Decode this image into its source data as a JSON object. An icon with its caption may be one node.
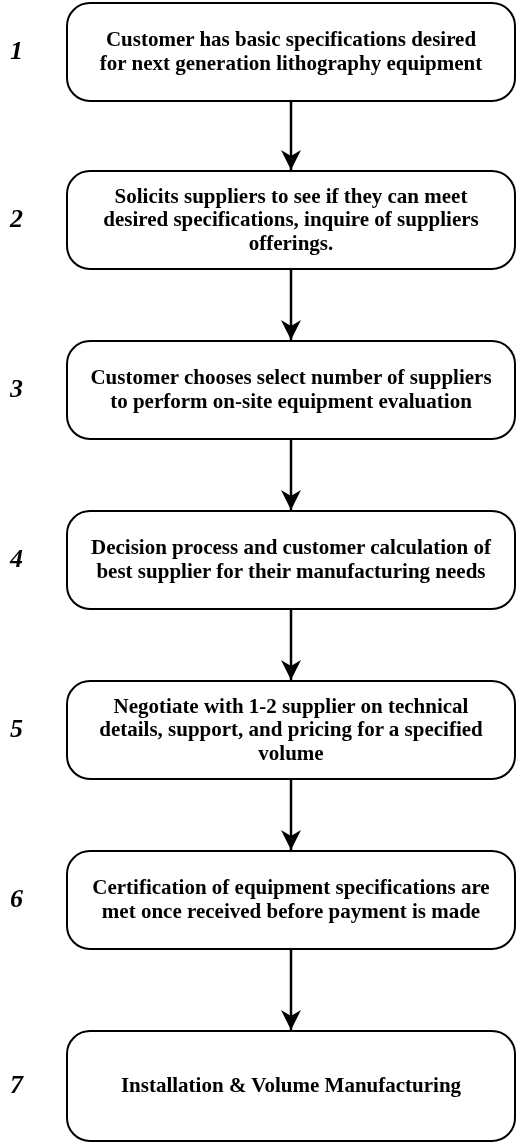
{
  "diagram": {
    "nodes": [
      {
        "text": [
          "Customer has basic specifications desired for next generation lithography equipment"
        ]
      },
      {
        "text": [
          "Solicits suppliers to see if they can meet desired specifications, inquire of suppliers offerings."
        ]
      },
      {
        "text": [
          "Customer chooses select number of suppliers to perform on-site equipment evaluation"
        ]
      },
      {
        "text": [
          "Decision process and customer calculation of best supplier for their manufacturing needs"
        ]
      },
      {
        "text": [
          "Negotiate with 1-2 supplier on technical details, support, and pricing for a specified volume"
        ]
      },
      {
        "text": [
          "Certification of equipment specifications are met once received before payment is made"
        ]
      },
      {
        "text": [
          "Installation & Volume Manufacturing"
        ]
      }
    ],
    "edges": [
      {
        "from": 0,
        "to": 1,
        "arrow": "to"
      },
      {
        "from": 1,
        "to": 2,
        "arrow": "to"
      },
      {
        "from": 2,
        "to": 3,
        "arrow": "to"
      },
      {
        "from": 3,
        "to": 4,
        "arrow": "to"
      },
      {
        "from": 4,
        "to": 5,
        "arrow": "to"
      },
      {
        "from": 5,
        "to": 6,
        "arrow": "to"
      }
    ],
    "labels": [
      "1",
      "2",
      "3",
      "4",
      "5",
      "6",
      "7"
    ]
  }
}
